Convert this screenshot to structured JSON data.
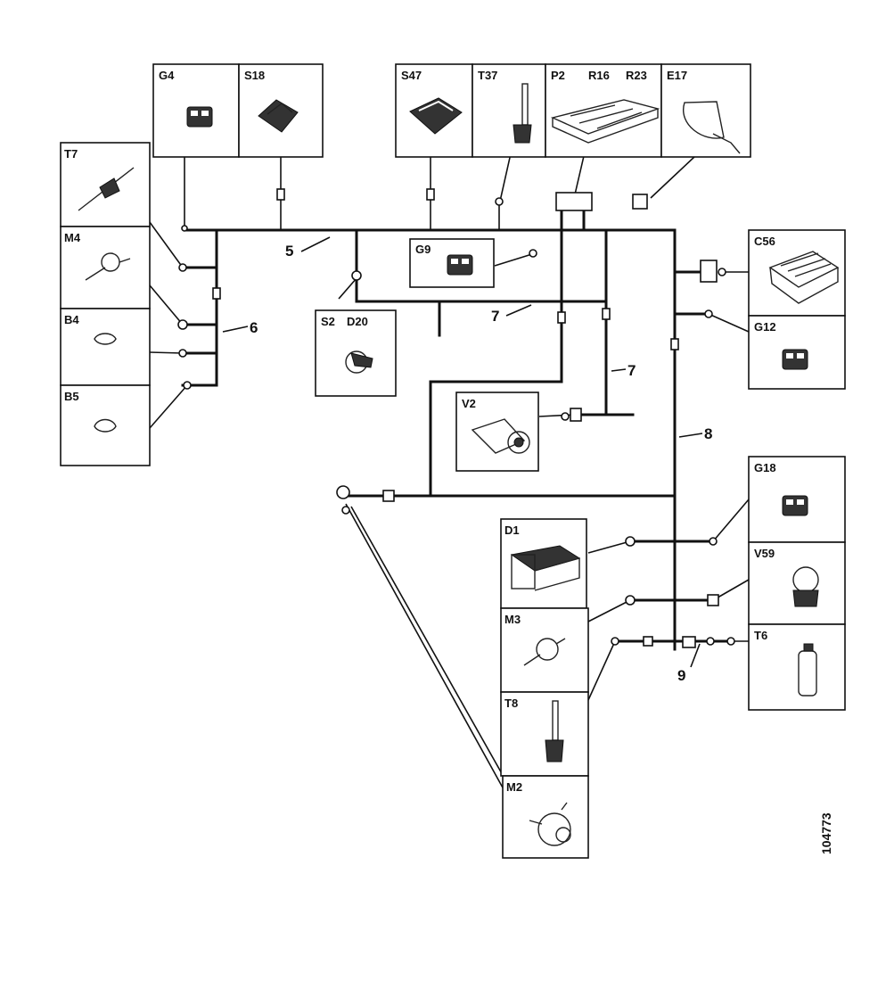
{
  "components": {
    "G4": "G4",
    "S18": "S18",
    "S47": "S47",
    "T37": "T37",
    "P2": "P2",
    "R16": "R16",
    "R23": "R23",
    "E17": "E17",
    "T7": "T7",
    "M4": "M4",
    "B4": "B4",
    "B5": "B5",
    "G9": "G9",
    "S2": "S2",
    "D20": "D20",
    "C56": "C56",
    "G12": "G12",
    "V2": "V2",
    "G18": "G18",
    "D1": "D1",
    "V59": "V59",
    "M3": "M3",
    "T6": "T6",
    "T8": "T8",
    "M2": "M2"
  },
  "harness_labels": {
    "h5": "5",
    "h6": "6",
    "h7a": "7",
    "h7b": "7",
    "h8": "8",
    "h9": "9"
  },
  "reference_number": "104773"
}
